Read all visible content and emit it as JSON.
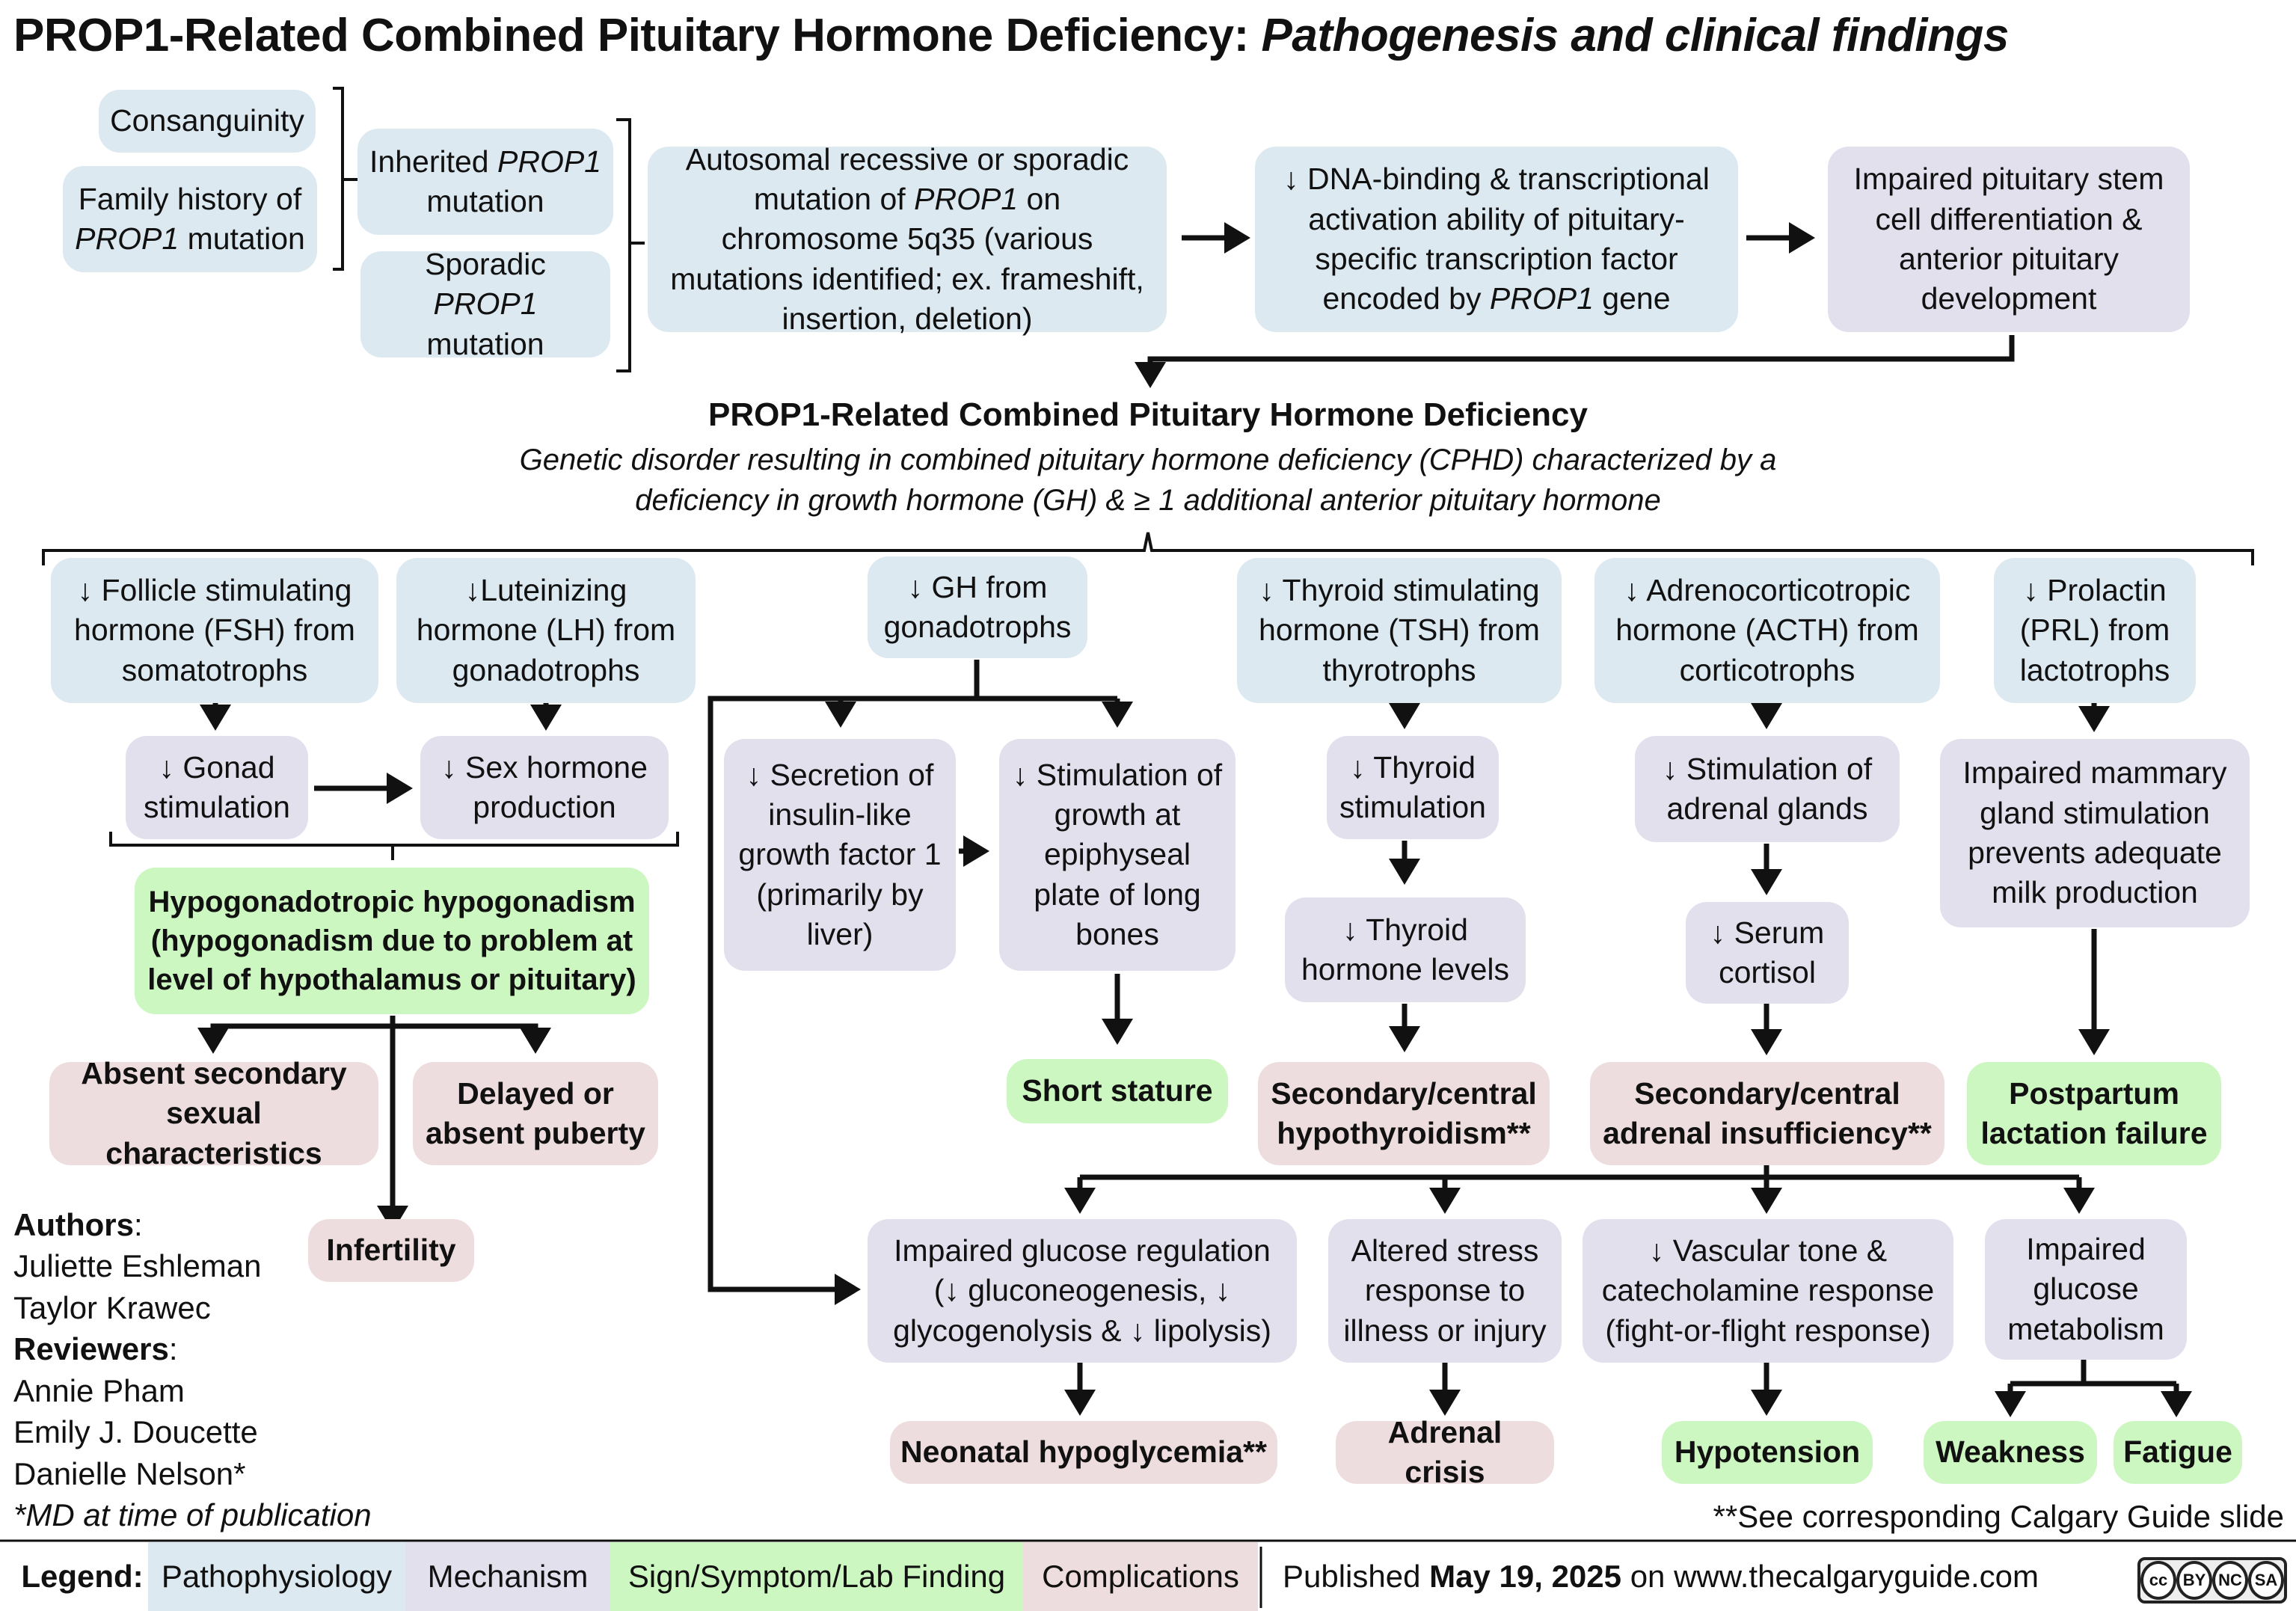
{
  "title": {
    "main": "PROP1-Related Combined Pituitary Hormone Deficiency:",
    "sub": "Pathogenesis and clinical findings"
  },
  "risk": {
    "consanguinity": "Consanguinity",
    "family_history_line1": "Family history of",
    "family_history_gene": "PROP1",
    "family_history_line2": "mutation",
    "inherited_a": "Inherited",
    "inherited_gene": "PROP1",
    "inherited_b": "mutation",
    "sporadic_a": "Sporadic",
    "sporadic_gene": "PROP1",
    "sporadic_b": "mutation"
  },
  "path": {
    "autosomal_a": "Autosomal recessive or sporadic mutation of",
    "autosomal_gene": "PROP1",
    "autosomal_b": "on chromosome 5q35 (various mutations identified; ex. frameshift, insertion, deletion)",
    "dna_a": "↓ DNA-binding & transcriptional activation ability of pituitary-specific transcription factor encoded by",
    "dna_gene": "PROP1",
    "dna_b": "gene",
    "stem": "Impaired pituitary stem cell differentiation & anterior pituitary development"
  },
  "center": {
    "heading": "PROP1-Related Combined Pituitary Hormone Deficiency",
    "desc1": "Genetic disorder resulting in combined pituitary hormone deficiency (CPHD) characterized by a",
    "desc2": "deficiency in growth hormone (GH) & ≥ 1 additional anterior pituitary hormone"
  },
  "hormones": {
    "fsh": "↓ Follicle stimulating hormone (FSH) from somatotrophs",
    "lh": "↓Luteinizing hormone (LH) from gonadotrophs",
    "gh": "↓ GH from gonadotrophs",
    "tsh": "↓ Thyroid stimulating hormone (TSH) from thyrotrophs",
    "acth": "↓ Adrenocorticotropic hormone (ACTH) from corticotrophs",
    "prl": "↓ Prolactin (PRL) from lactotrophs"
  },
  "mech": {
    "gonad": "↓ Gonad stimulation",
    "sex": "↓ Sex hormone production",
    "igf": "↓ Secretion of insulin-like growth factor 1 (primarily by liver)",
    "growth": "↓ Stimulation of growth at epiphyseal plate of long bones",
    "thyroid_stim": "↓ Thyroid stimulation",
    "thyroid_levels": "↓ Thyroid hormone levels",
    "adrenal_stim": "↓ Stimulation of adrenal glands",
    "cortisol": "↓ Serum cortisol",
    "mammary": "Impaired mammary gland stimulation prevents adequate milk production",
    "glucose_reg": "Impaired glucose regulation (↓ gluconeogenesis, ↓ glycogenolysis & ↓ lipolysis)",
    "stress": "Altered stress response to illness or injury",
    "vascular": "↓ Vascular tone & catecholamine response (fight-or-flight response)",
    "glucose_met": "Impaired glucose metabolism"
  },
  "findings": {
    "hypogonadism": "Hypogonadotropic hypogonadism (hypogonadism due to problem at level of hypothalamus or pituitary)",
    "short": "Short stature",
    "hypothyroid": "Secondary/central hypothyroidism**",
    "adrenal": "Secondary/central adrenal insufficiency**",
    "lactation": "Postpartum lactation failure",
    "hypotension": "Hypotension",
    "weakness": "Weakness",
    "fatigue": "Fatigue"
  },
  "complications": {
    "absent": "Absent secondary sexual characteristics",
    "delayed": "Delayed or absent puberty",
    "infertility": "Infertility",
    "neonatal": "Neonatal hypoglycemia**",
    "crisis": "Adrenal crisis"
  },
  "authors": {
    "authors_label": "Authors",
    "author1": "Juliette Eshleman",
    "author2": "Taylor Krawec",
    "reviewers_label": "Reviewers",
    "reviewer1": "Annie Pham",
    "reviewer2": "Emily J. Doucette",
    "reviewer3": "Danielle Nelson*",
    "note": "*MD at time of publication"
  },
  "footnote": "**See corresponding Calgary Guide slide",
  "legend": {
    "label": "Legend:",
    "items": [
      "Pathophysiology",
      "Mechanism",
      "Sign/Symptom/Lab Finding",
      "Complications"
    ]
  },
  "published": {
    "prefix": "Published",
    "date": "May 19, 2025",
    "suffix": "on www.thecalgaryguide.com"
  },
  "license": {
    "cc": "cc",
    "by": "BY",
    "nc": "NC",
    "sa": "SA"
  },
  "colors": {
    "pathophysiology": "#dce9f1",
    "mechanism": "#e3e0ee",
    "sign": "#cdf7c1",
    "complication": "#eeddde"
  }
}
